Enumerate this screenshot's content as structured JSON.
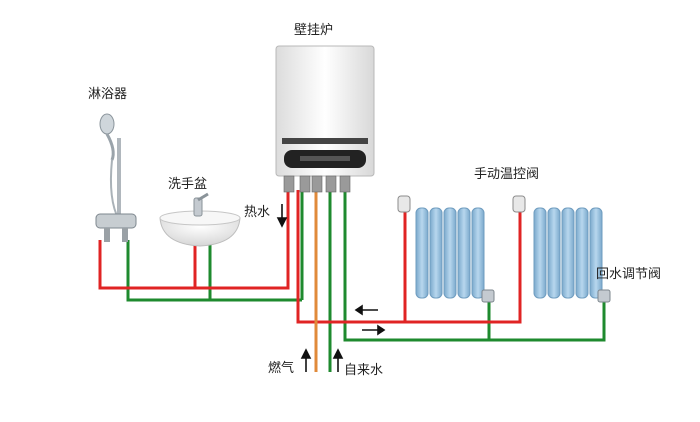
{
  "labels": {
    "boiler": "壁挂炉",
    "shower": "淋浴器",
    "basin": "洗手盆",
    "hot_water": "热水",
    "thermostatic_valve": "手动温控阀",
    "return_valve": "回水调节阀",
    "gas": "燃气",
    "tap_water": "自来水"
  },
  "colors": {
    "hot_pipe": "#e02424",
    "return_pipe": "#1e8a2e",
    "gas_pipe": "#e08a3a",
    "radiator": "#9cc3e0",
    "boiler_body": "#f3f3f3"
  }
}
